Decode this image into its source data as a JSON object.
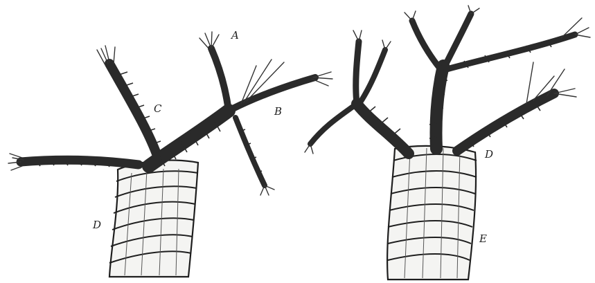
{
  "figure_left": {
    "labels": {
      "a": "A",
      "b": "B",
      "c": "C",
      "d": "D"
    }
  },
  "figure_right": {
    "labels": {
      "d": "D",
      "e": "E"
    }
  },
  "colors": {
    "ink": "#1e1e1e",
    "paper": "#ffffff"
  }
}
